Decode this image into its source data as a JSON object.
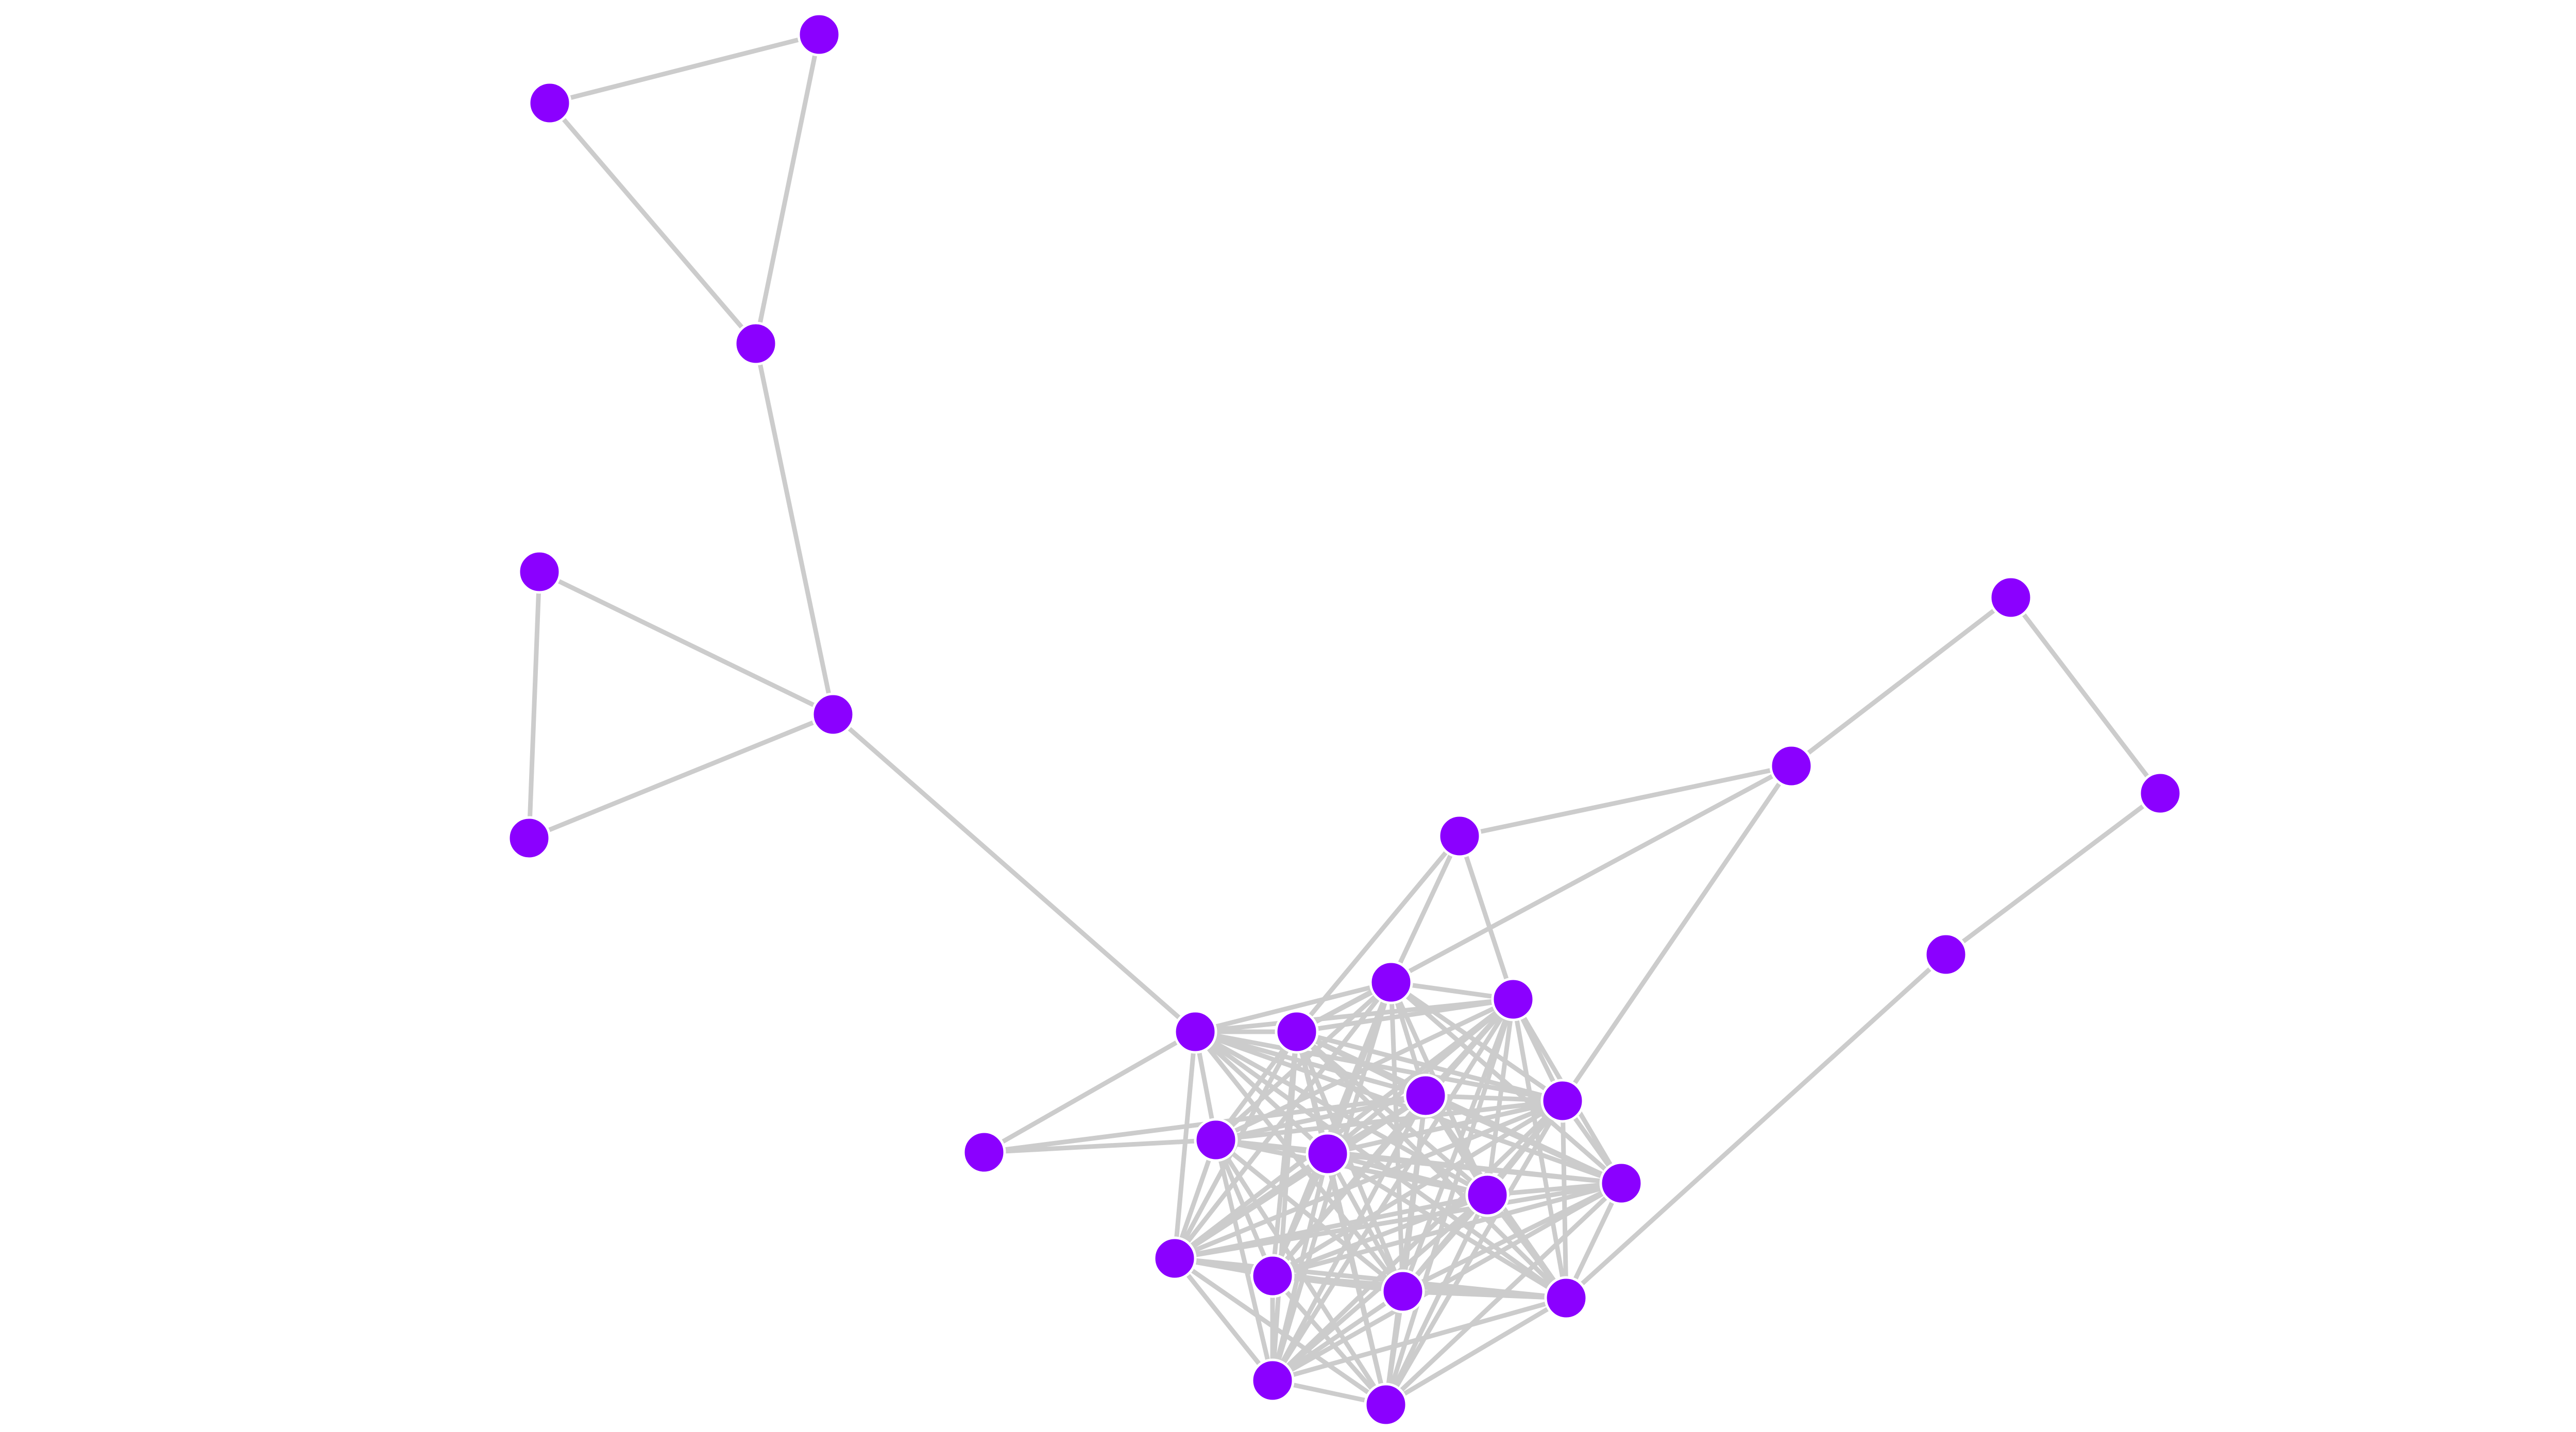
{
  "diagram": {
    "type": "network-graph",
    "colors": {
      "node_fill": "#8b00ff",
      "node_stroke": "#ffffff",
      "edge": "#cccccc",
      "background": "#ffffff"
    },
    "nodes": [
      {
        "id": "n1"
      },
      {
        "id": "n2"
      },
      {
        "id": "n3"
      },
      {
        "id": "n4"
      },
      {
        "id": "n5"
      },
      {
        "id": "n6"
      },
      {
        "id": "n7"
      },
      {
        "id": "n8"
      },
      {
        "id": "n9"
      },
      {
        "id": "n10"
      },
      {
        "id": "n11"
      },
      {
        "id": "n12"
      },
      {
        "id": "n13"
      },
      {
        "id": "n14"
      },
      {
        "id": "n15"
      },
      {
        "id": "n16"
      },
      {
        "id": "n17"
      },
      {
        "id": "n18"
      },
      {
        "id": "n19"
      },
      {
        "id": "n20"
      },
      {
        "id": "n21"
      },
      {
        "id": "n22"
      },
      {
        "id": "n23"
      },
      {
        "id": "n24"
      },
      {
        "id": "n25"
      },
      {
        "id": "n26"
      },
      {
        "id": "n27"
      },
      {
        "id": "n28"
      }
    ],
    "edges": [
      [
        "n1",
        "n2"
      ],
      [
        "n1",
        "n3"
      ],
      [
        "n2",
        "n3"
      ],
      [
        "n3",
        "n6"
      ],
      [
        "n4",
        "n5"
      ],
      [
        "n4",
        "n6"
      ],
      [
        "n5",
        "n6"
      ],
      [
        "n6",
        "n12"
      ],
      [
        "n7",
        "n8"
      ],
      [
        "n7",
        "n9"
      ],
      [
        "n8",
        "n11"
      ],
      [
        "n9",
        "n10"
      ],
      [
        "n10",
        "n24"
      ],
      [
        "n8",
        "n17"
      ],
      [
        "n8",
        "n15"
      ],
      [
        "n11",
        "n14"
      ],
      [
        "n11",
        "n16"
      ],
      [
        "n11",
        "n15"
      ],
      [
        "n13",
        "n12"
      ],
      [
        "n13",
        "n20"
      ],
      [
        "n13",
        "n18"
      ],
      [
        "n12",
        "n20"
      ],
      [
        "n12",
        "n14"
      ],
      [
        "n12",
        "n15"
      ],
      [
        "n12",
        "n16"
      ],
      [
        "n12",
        "n17"
      ],
      [
        "n12",
        "n18"
      ],
      [
        "n12",
        "n19"
      ],
      [
        "n12",
        "n21"
      ],
      [
        "n12",
        "n22"
      ],
      [
        "n12",
        "n23"
      ],
      [
        "n12",
        "n24"
      ],
      [
        "n12",
        "n26"
      ],
      [
        "n14",
        "n15"
      ],
      [
        "n14",
        "n16"
      ],
      [
        "n14",
        "n17"
      ],
      [
        "n14",
        "n18"
      ],
      [
        "n14",
        "n19"
      ],
      [
        "n14",
        "n20"
      ],
      [
        "n14",
        "n21"
      ],
      [
        "n14",
        "n22"
      ],
      [
        "n14",
        "n23"
      ],
      [
        "n14",
        "n25"
      ],
      [
        "n14",
        "n26"
      ],
      [
        "n14",
        "n27"
      ],
      [
        "n15",
        "n16"
      ],
      [
        "n15",
        "n17"
      ],
      [
        "n15",
        "n18"
      ],
      [
        "n15",
        "n19"
      ],
      [
        "n15",
        "n20"
      ],
      [
        "n15",
        "n21"
      ],
      [
        "n15",
        "n22"
      ],
      [
        "n15",
        "n23"
      ],
      [
        "n15",
        "n24"
      ],
      [
        "n15",
        "n25"
      ],
      [
        "n15",
        "n26"
      ],
      [
        "n15",
        "n27"
      ],
      [
        "n15",
        "n28"
      ],
      [
        "n16",
        "n17"
      ],
      [
        "n16",
        "n18"
      ],
      [
        "n16",
        "n19"
      ],
      [
        "n16",
        "n20"
      ],
      [
        "n16",
        "n21"
      ],
      [
        "n16",
        "n22"
      ],
      [
        "n16",
        "n23"
      ],
      [
        "n16",
        "n24"
      ],
      [
        "n16",
        "n25"
      ],
      [
        "n16",
        "n26"
      ],
      [
        "n16",
        "n27"
      ],
      [
        "n16",
        "n28"
      ],
      [
        "n17",
        "n18"
      ],
      [
        "n17",
        "n19"
      ],
      [
        "n17",
        "n20"
      ],
      [
        "n17",
        "n21"
      ],
      [
        "n17",
        "n22"
      ],
      [
        "n17",
        "n23"
      ],
      [
        "n17",
        "n24"
      ],
      [
        "n17",
        "n25"
      ],
      [
        "n17",
        "n26"
      ],
      [
        "n17",
        "n27"
      ],
      [
        "n17",
        "n28"
      ],
      [
        "n18",
        "n19"
      ],
      [
        "n18",
        "n20"
      ],
      [
        "n18",
        "n21"
      ],
      [
        "n18",
        "n22"
      ],
      [
        "n18",
        "n23"
      ],
      [
        "n18",
        "n24"
      ],
      [
        "n18",
        "n25"
      ],
      [
        "n18",
        "n26"
      ],
      [
        "n18",
        "n27"
      ],
      [
        "n18",
        "n28"
      ],
      [
        "n19",
        "n20"
      ],
      [
        "n19",
        "n21"
      ],
      [
        "n19",
        "n22"
      ],
      [
        "n19",
        "n23"
      ],
      [
        "n19",
        "n24"
      ],
      [
        "n19",
        "n25"
      ],
      [
        "n19",
        "n26"
      ],
      [
        "n19",
        "n27"
      ],
      [
        "n19",
        "n28"
      ],
      [
        "n20",
        "n21"
      ],
      [
        "n20",
        "n22"
      ],
      [
        "n20",
        "n23"
      ],
      [
        "n20",
        "n25"
      ],
      [
        "n20",
        "n26"
      ],
      [
        "n20",
        "n27"
      ],
      [
        "n20",
        "n28"
      ],
      [
        "n21",
        "n22"
      ],
      [
        "n21",
        "n23"
      ],
      [
        "n21",
        "n24"
      ],
      [
        "n21",
        "n25"
      ],
      [
        "n21",
        "n26"
      ],
      [
        "n21",
        "n27"
      ],
      [
        "n21",
        "n28"
      ],
      [
        "n22",
        "n23"
      ],
      [
        "n22",
        "n24"
      ],
      [
        "n22",
        "n25"
      ],
      [
        "n22",
        "n26"
      ],
      [
        "n22",
        "n27"
      ],
      [
        "n22",
        "n28"
      ],
      [
        "n23",
        "n24"
      ],
      [
        "n23",
        "n25"
      ],
      [
        "n23",
        "n26"
      ],
      [
        "n23",
        "n27"
      ],
      [
        "n23",
        "n28"
      ],
      [
        "n24",
        "n25"
      ],
      [
        "n24",
        "n26"
      ],
      [
        "n24",
        "n27"
      ],
      [
        "n24",
        "n28"
      ],
      [
        "n25",
        "n26"
      ],
      [
        "n25",
        "n27"
      ],
      [
        "n25",
        "n28"
      ],
      [
        "n26",
        "n27"
      ],
      [
        "n26",
        "n28"
      ],
      [
        "n27",
        "n28"
      ]
    ]
  }
}
